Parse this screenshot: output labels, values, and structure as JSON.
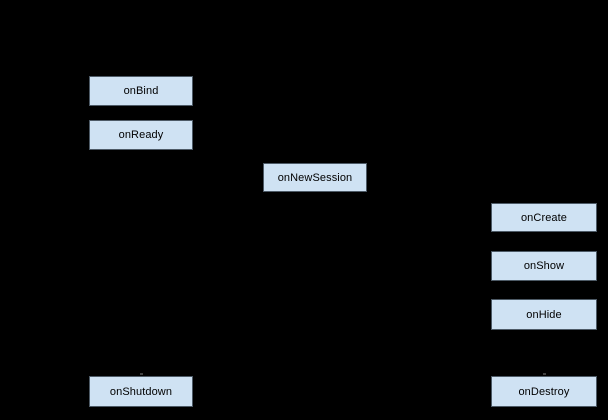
{
  "diagram": {
    "title": "service-lifecycle-diagram",
    "colors": {
      "background": "#000000",
      "node_fill": "#cfe2f3",
      "node_border": "#4d5a66",
      "text": "#000000"
    },
    "nodes": [
      {
        "label": "onBind"
      },
      {
        "label": "onReady"
      },
      {
        "label": "onNewSession"
      },
      {
        "label": "onCreate"
      },
      {
        "label": "onShow"
      },
      {
        "label": "onHide"
      },
      {
        "label": "onShutdown"
      },
      {
        "label": "onDestroy"
      }
    ]
  }
}
